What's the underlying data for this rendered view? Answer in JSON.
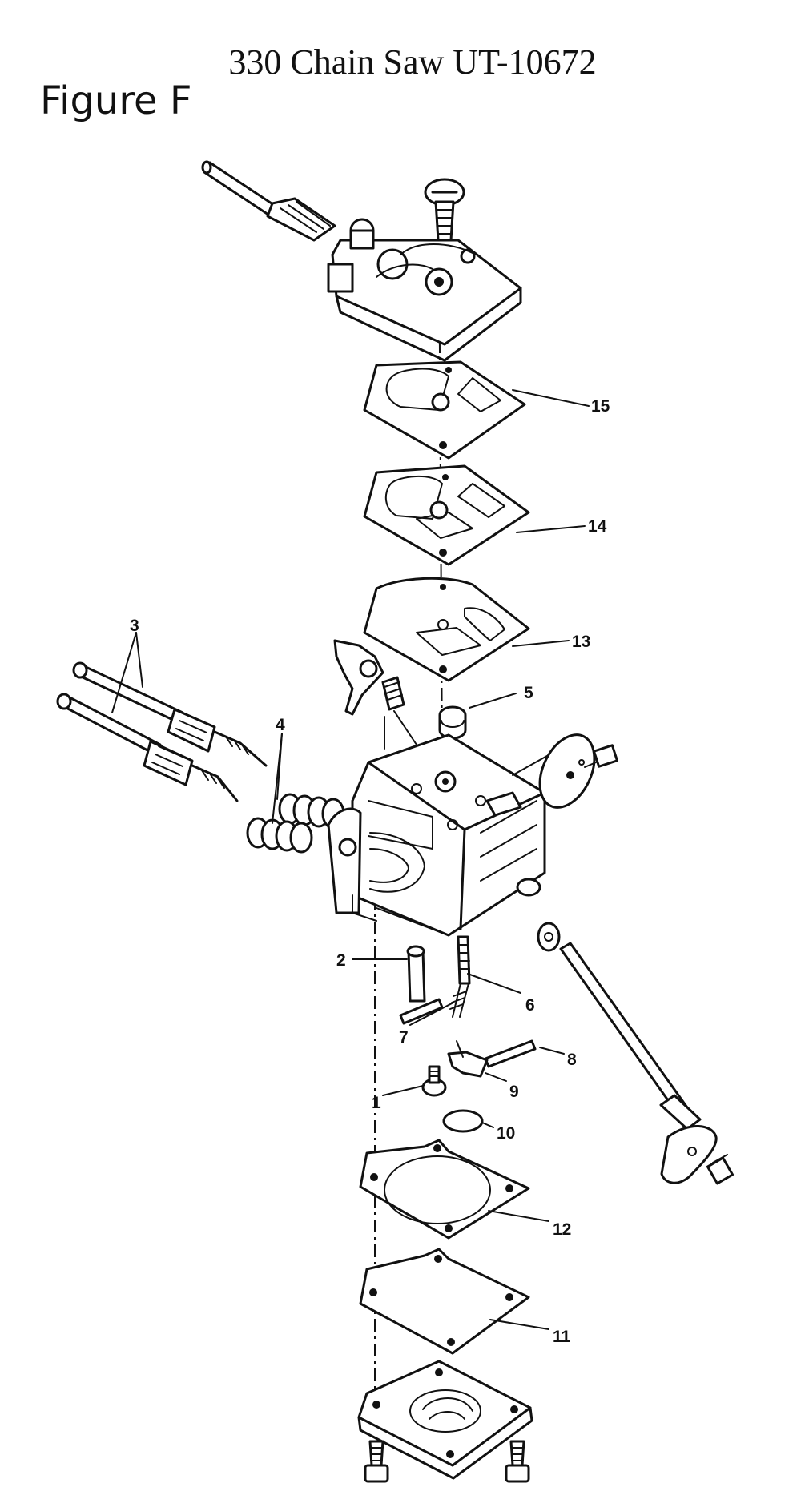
{
  "header": {
    "title": "330 Chain Saw UT-10672",
    "figure_label": "Figure F"
  },
  "callouts": {
    "c1": "1",
    "c2": "2",
    "c3": "3",
    "c4": "4",
    "c5": "5",
    "c6": "6",
    "c7": "7",
    "c8": "8",
    "c9": "9",
    "c10": "10",
    "c11": "11",
    "c12": "12",
    "c13": "13",
    "c14": "14",
    "c15": "15"
  }
}
